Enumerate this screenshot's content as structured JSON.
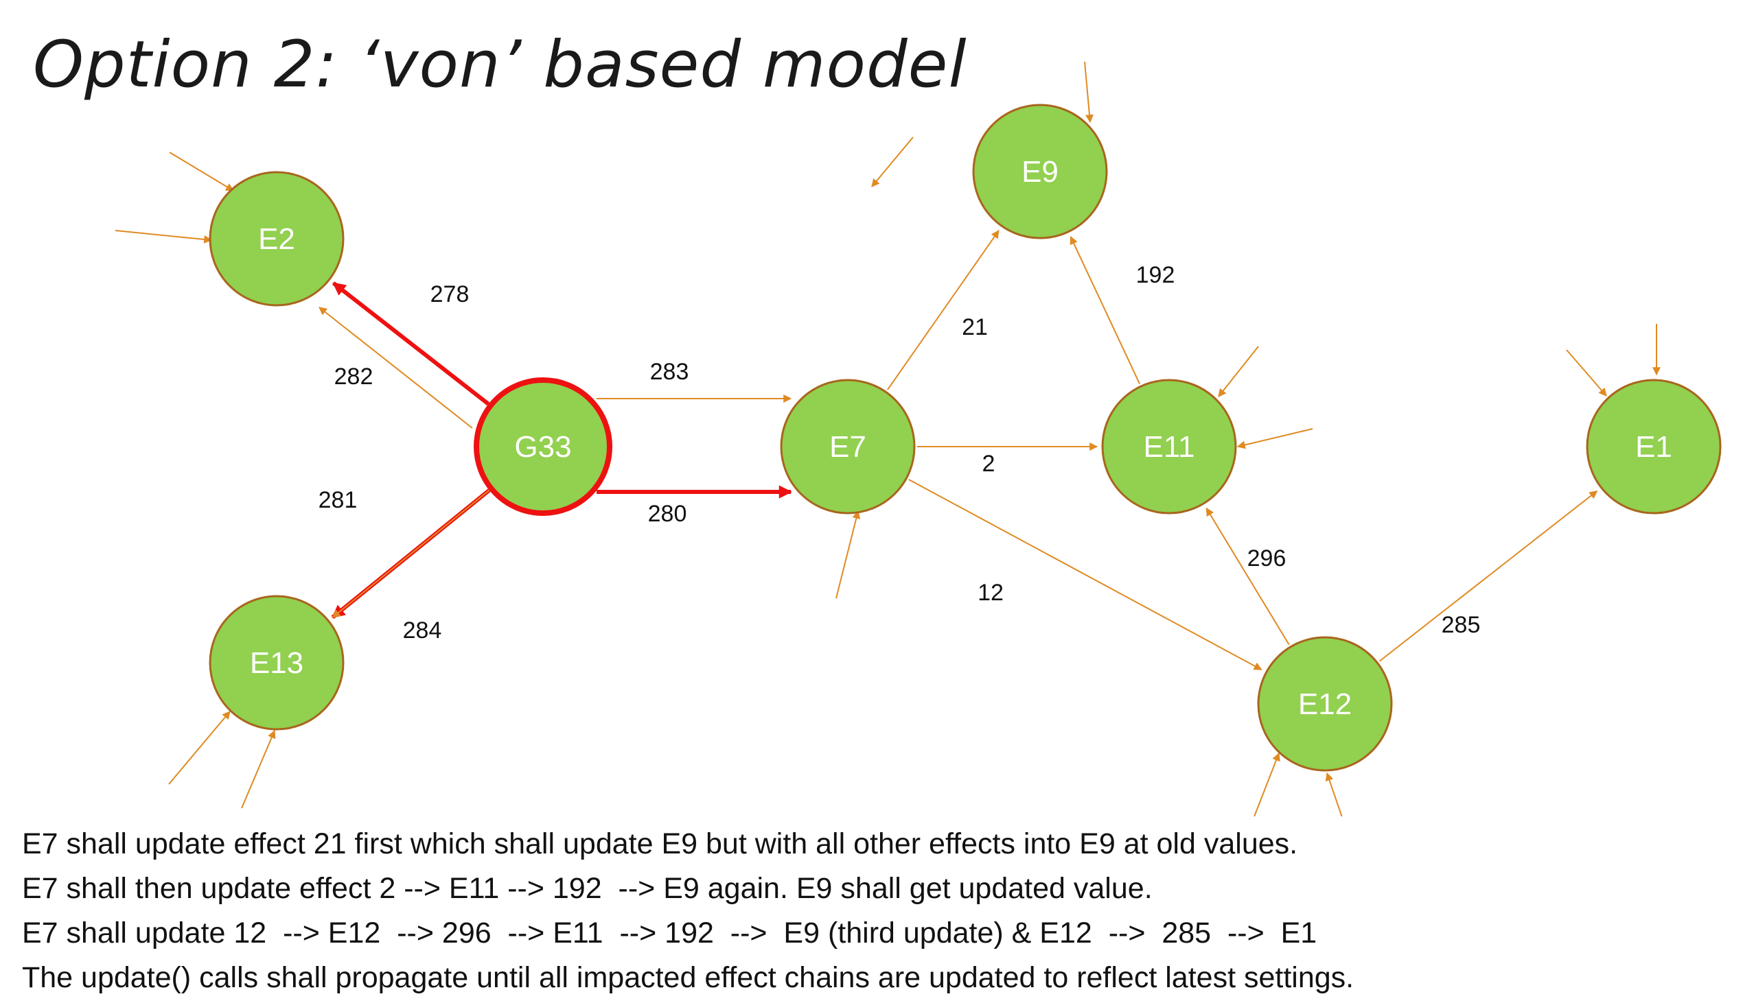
{
  "title": "Option 2: ‘von’ based model",
  "colors": {
    "node_fill": "#92d050",
    "node_stroke": "#a8661c",
    "highlight": "#ee1111",
    "edge": "#e08a22"
  },
  "nodes": [
    {
      "id": "E2",
      "label": "E2"
    },
    {
      "id": "G33",
      "label": "G33",
      "highlighted": true
    },
    {
      "id": "E13",
      "label": "E13"
    },
    {
      "id": "E7",
      "label": "E7"
    },
    {
      "id": "E9",
      "label": "E9"
    },
    {
      "id": "E11",
      "label": "E11"
    },
    {
      "id": "E12",
      "label": "E12"
    },
    {
      "id": "E1",
      "label": "E1"
    }
  ],
  "edges": [
    {
      "from": "G33",
      "to": "E2",
      "label": "278",
      "highlighted": true
    },
    {
      "from": "G33",
      "to": "E2",
      "label": "282"
    },
    {
      "from": "G33",
      "to": "E7",
      "label": "283"
    },
    {
      "from": "G33",
      "to": "E7",
      "label": "280",
      "highlighted": true
    },
    {
      "from": "G33",
      "to": "E13",
      "label": "281",
      "highlighted": true
    },
    {
      "from": "G33",
      "to": "E13",
      "label": "284"
    },
    {
      "from": "E7",
      "to": "E9",
      "label": "21"
    },
    {
      "from": "E11",
      "to": "E9",
      "label": "192"
    },
    {
      "from": "E7",
      "to": "E11",
      "label": "2"
    },
    {
      "from": "E7",
      "to": "E12",
      "label": "12"
    },
    {
      "from": "E12",
      "to": "E11",
      "label": "296"
    },
    {
      "from": "E12",
      "to": "E1",
      "label": "285"
    }
  ],
  "notes": [
    "E7 shall update effect 21 first which shall update E9 but with all other effects into E9 at old values.",
    "E7 shall then update effect 2 --> E11 --> 192  --> E9 again. E9 shall get updated value.",
    "E7 shall update 12  --> E12  --> 296  --> E11  --> 192  -->  E9 (third update) & E12  -->  285  -->  E1",
    "The update() calls shall propagate until all impacted effect chains are updated to reflect latest settings."
  ]
}
